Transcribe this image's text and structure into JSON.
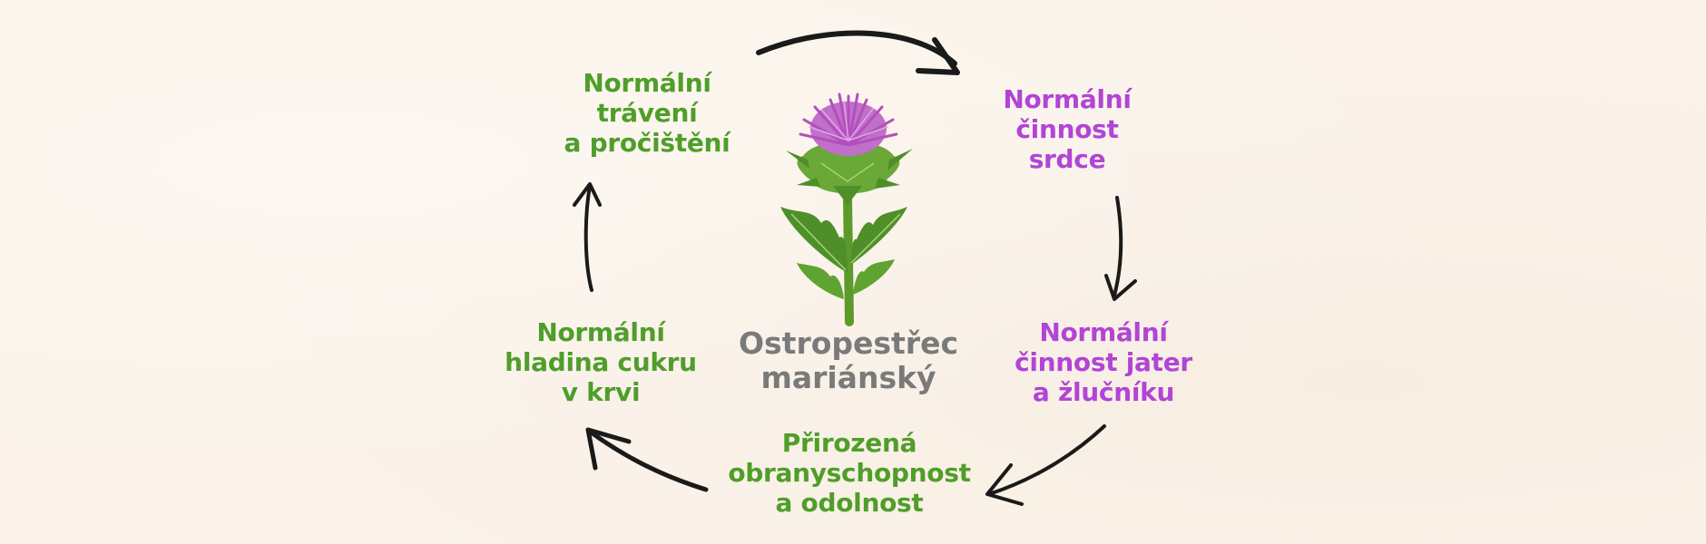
{
  "colors": {
    "background": "#fbf3ea",
    "green": "#4f9e2a",
    "purple": "#b244d6",
    "center_text": "#7a7a7a",
    "arrow": "#1a1a1a"
  },
  "center": {
    "icon": "milk-thistle-icon",
    "lines": [
      "Ostropestřec",
      "mariánský"
    ]
  },
  "nodes": [
    {
      "id": "digestion",
      "color": "green",
      "lines": [
        "Normální",
        "trávení",
        "a pročištění"
      ]
    },
    {
      "id": "heart",
      "color": "purple",
      "lines": [
        "Normální",
        "činnost",
        "srdce"
      ]
    },
    {
      "id": "liver",
      "color": "purple",
      "lines": [
        "Normální",
        "činnost jater",
        "a žlučníku"
      ]
    },
    {
      "id": "immunity",
      "color": "green",
      "lines": [
        "Přirozená",
        "obranyschopnost",
        "a odolnost"
      ]
    },
    {
      "id": "blood-sugar",
      "color": "green",
      "lines": [
        "Normální",
        "hladina cukru",
        "v krvi"
      ]
    }
  ]
}
